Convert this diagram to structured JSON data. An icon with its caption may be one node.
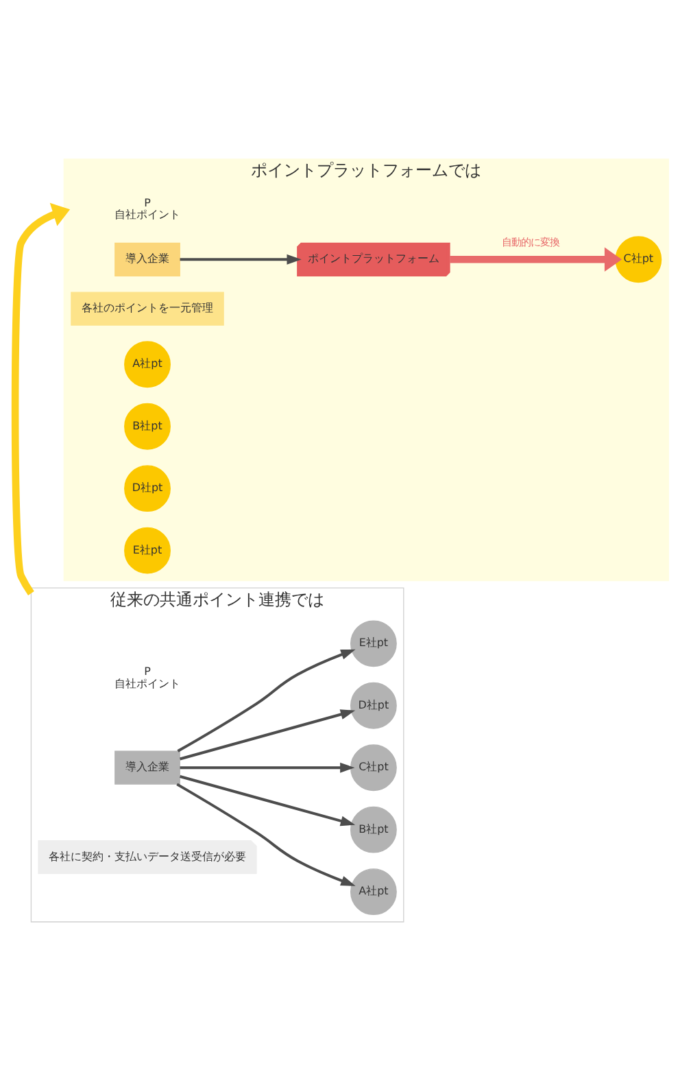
{
  "diagram": {
    "nodes": [
      {
        "text": [
          "従来の共通ポイント連携では"
        ]
      },
      {
        "text": [
          "P",
          "自社ポイント"
        ],
        "in": 0
      },
      {
        "text": [
          "導入企業"
        ],
        "in": 0
      },
      {
        "text": [
          "各社に契約・支払いデータ送受信が必要"
        ],
        "in": 0
      },
      {
        "text": [
          "A社pt"
        ],
        "in": 0
      },
      {
        "text": [
          "B社pt"
        ],
        "in": 0
      },
      {
        "text": [
          "C社pt"
        ],
        "in": 0
      },
      {
        "text": [
          "D社pt"
        ],
        "in": 0
      },
      {
        "text": [
          "E社pt"
        ],
        "in": 0
      },
      {
        "text": [
          "ポイントプラットフォームでは"
        ]
      },
      {
        "text": [
          "P",
          "自社ポイント"
        ],
        "in": 9
      },
      {
        "text": [
          "導入企業"
        ],
        "in": 9
      },
      {
        "text": [
          "各社のポイントを一元管理"
        ],
        "in": 9
      },
      {
        "text": [
          "ポイントプラットフォーム"
        ],
        "in": 9
      },
      {
        "text": [
          "A社pt"
        ],
        "in": 9
      },
      {
        "text": [
          "B社pt"
        ],
        "in": 9
      },
      {
        "text": [
          "C社pt"
        ],
        "in": 9
      },
      {
        "text": [
          "D社pt"
        ],
        "in": 9
      },
      {
        "text": [
          "E社pt"
        ],
        "in": 9
      }
    ],
    "edges": [
      {
        "from": 2,
        "to": 4,
        "arrow": "to"
      },
      {
        "from": 2,
        "to": 5,
        "arrow": "to"
      },
      {
        "from": 2,
        "to": 6,
        "arrow": "to"
      },
      {
        "from": 2,
        "to": 7,
        "arrow": "to"
      },
      {
        "from": 2,
        "to": 8,
        "arrow": "to"
      },
      {
        "from": 0,
        "to": 9,
        "arrow": "to",
        "style": "thick",
        "color": "#fdd01e"
      },
      {
        "from": 11,
        "to": 13,
        "arrow": "to"
      },
      {
        "from": 13,
        "to": 16,
        "arrow": "to",
        "label": "自動的に変換",
        "style": "thick",
        "color": "#e86b6b"
      }
    ]
  }
}
